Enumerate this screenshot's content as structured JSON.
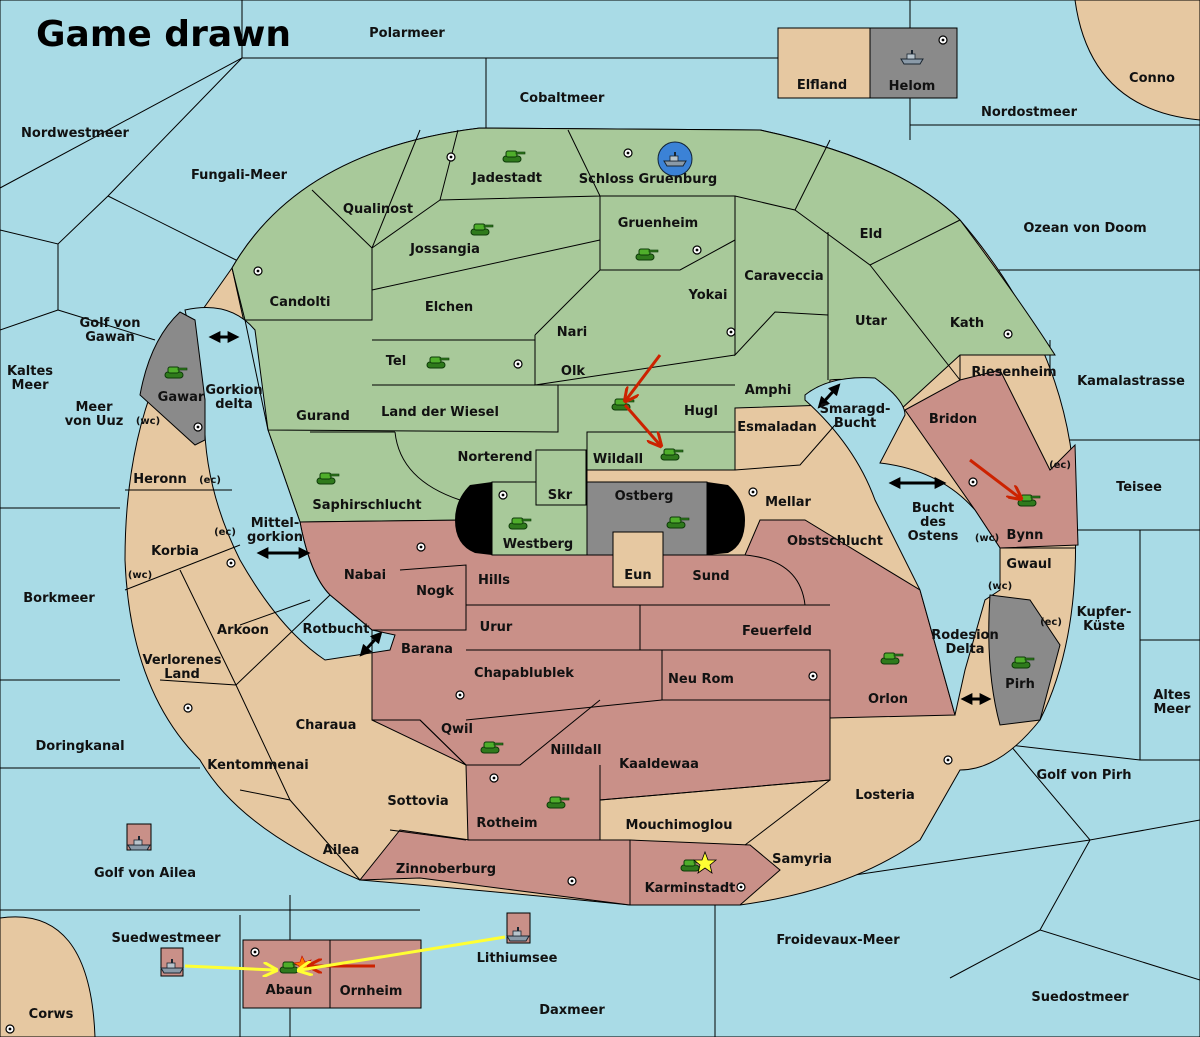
{
  "title": "Game drawn",
  "colors": {
    "sea": "#a9dbe6",
    "neutral": "#e6c8a1",
    "green": "#a8c99a",
    "red": "#c99088",
    "grey": "#8a8a8a",
    "border": "#000000",
    "order_red": "#cc2200",
    "order_yellow": "#ffff33"
  },
  "sea_labels": {
    "polarmeer": "Polarmeer",
    "cobaltmeer": "Cobaltmeer",
    "nordwestmeer": "Nordwestmeer",
    "fungali": "Fungali-Meer",
    "nordostmeer": "Nordostmeer",
    "conno": "Conno",
    "ozean": "Ozean von Doom",
    "golf_gawan": "Golf von Gawan",
    "kaltes_meer": "Kaltes Meer",
    "meer_uuz": "Meer von Uuz",
    "kamalastrasse": "Kamalastrasse",
    "teisee": "Teisee",
    "borkmeer": "Borkmeer",
    "kupfer": "Kupfer-Küste",
    "altes_meer": "Altes Meer",
    "doringkanal": "Doringkanal",
    "golf_pirh": "Golf von Pirh",
    "golf_ailea": "Golf von Ailea",
    "suedwestmeer": "Suedwestmeer",
    "lithiumsee": "Lithiumsee",
    "froidevaux": "Froidevaux-Meer",
    "suedostmeer": "Suedostmeer",
    "daxmeer": "Daxmeer",
    "corws": "Corws",
    "gorkion_delta": "Gorkion delta",
    "mittelgorkion": "Mittel-gorkion",
    "rotbucht": "Rotbucht",
    "smaragd": "Smaragd-Bucht",
    "bucht_ostens": "Bucht des Ostens",
    "rodesion": "Rodesion Delta"
  },
  "land_labels": {
    "elfland": "Elfland",
    "helom": "Helom",
    "jadestadt": "Jadestadt",
    "schloss": "Schloss Gruenburg",
    "qualinost": "Qualinost",
    "gruenheim": "Gruenheim",
    "eld": "Eld",
    "jossangia": "Jossangia",
    "caraveccia": "Caraveccia",
    "candolti": "Candolti",
    "elchen": "Elchen",
    "yokai": "Yokai",
    "utar": "Utar",
    "kath": "Kath",
    "nari": "Nari",
    "tel": "Tel",
    "olk": "Olk",
    "riesenheim": "Riesenheim",
    "gawar": "Gawar",
    "amphi": "Amphi",
    "land_wiesel": "Land der Wiesel",
    "hugl": "Hugl",
    "gurand": "Gurand",
    "bridon": "Bridon",
    "esmaladan": "Esmaladan",
    "heronn": "Heronn",
    "norterend": "Norterend",
    "wildall": "Wildall",
    "skr": "Skr",
    "ostberg": "Ostberg",
    "mellar": "Mellar",
    "saphirschlucht": "Saphirschlucht",
    "bynn": "Bynn",
    "westberg": "Westberg",
    "obstschlucht": "Obstschlucht",
    "korbia": "Korbia",
    "nabai": "Nabai",
    "hills": "Hills",
    "eun": "Eun",
    "sund": "Sund",
    "gwaul": "Gwaul",
    "nogk": "Nogk",
    "arkoon": "Arkoon",
    "urur": "Urur",
    "feuerfeld": "Feuerfeld",
    "barana": "Barana",
    "verlorenes": "Verlorenes Land",
    "chapa": "Chapablublek",
    "neurom": "Neu Rom",
    "orlon": "Orlon",
    "pirh": "Pirh",
    "charaua": "Charaua",
    "qwil": "Qwil",
    "nilldall": "Nilldall",
    "kentommenai": "Kentommenai",
    "kaaldewaa": "Kaaldewaa",
    "losteria": "Losteria",
    "sottovia": "Sottovia",
    "rotheim": "Rotheim",
    "mouchimoglou": "Mouchimoglou",
    "ailea": "Ailea",
    "samyria": "Samyria",
    "zinnoberburg": "Zinnoberburg",
    "karminstadt": "Karminstadt",
    "abaun": "Abaun",
    "ornheim": "Ornheim"
  },
  "coast_tags": {
    "wc": "(wc)",
    "ec": "(ec)"
  }
}
